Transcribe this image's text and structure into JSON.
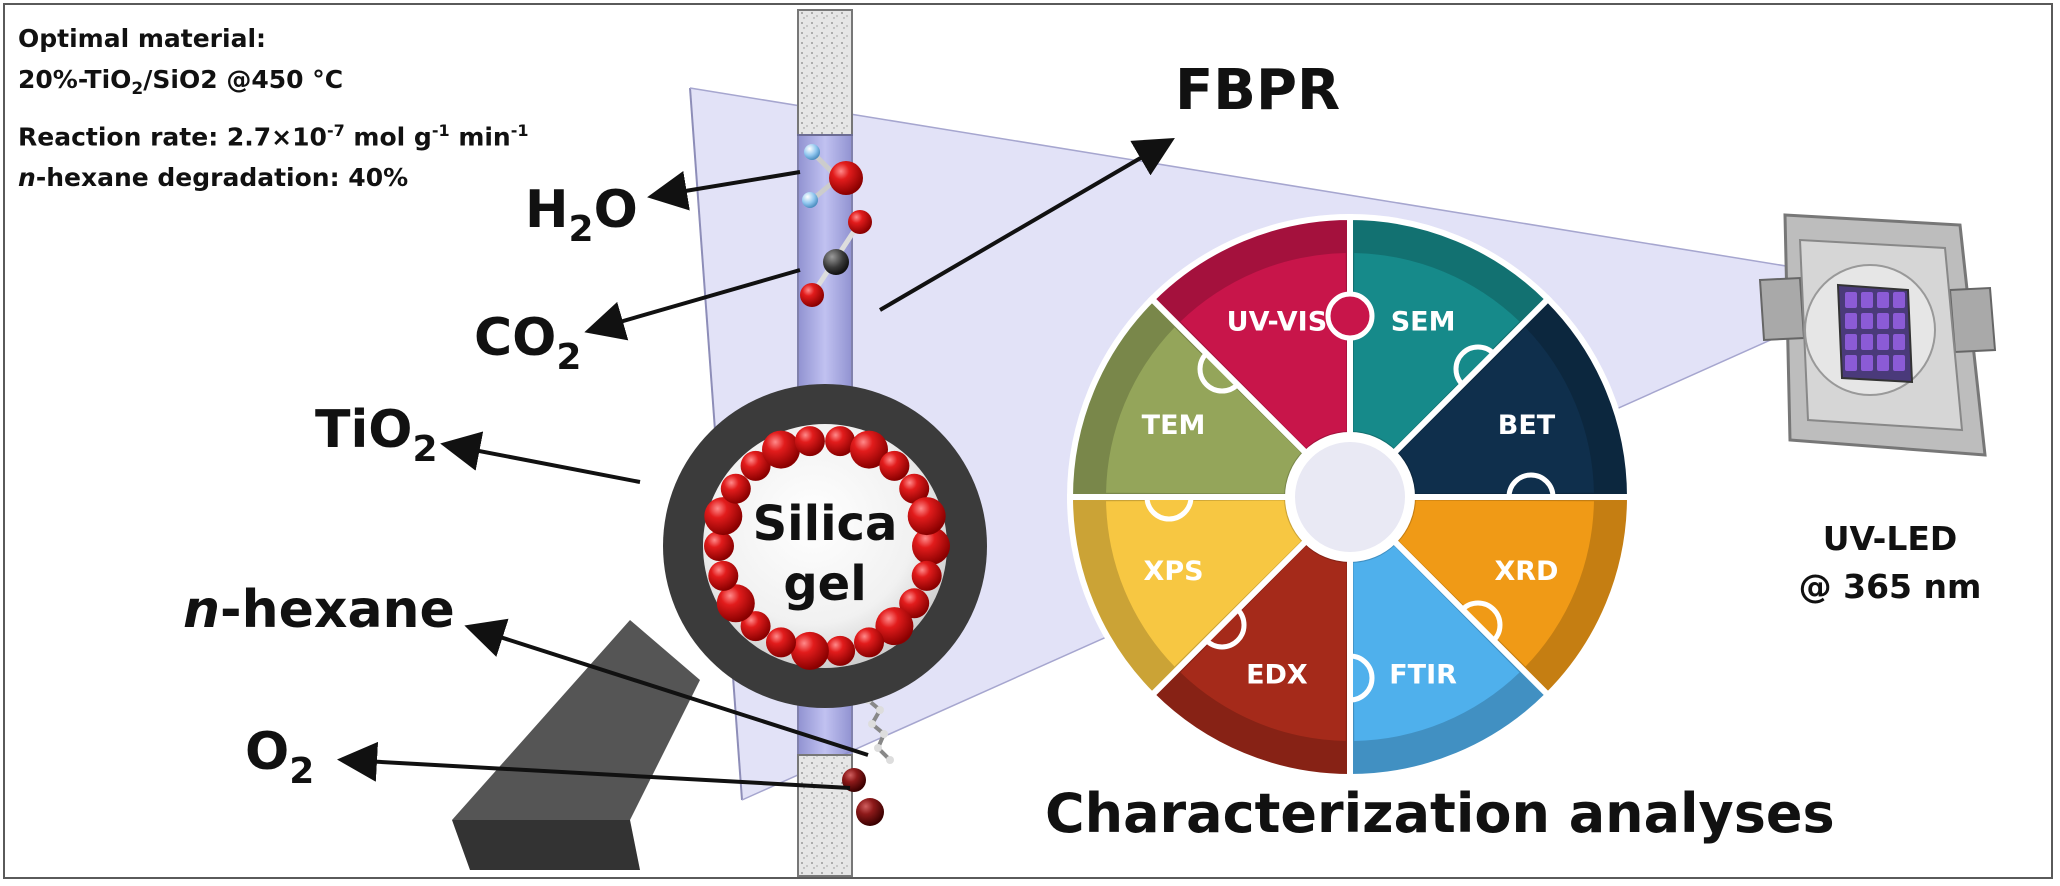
{
  "info": {
    "line1": "Optimal material:",
    "line2_a": "20%-TiO",
    "line2_sub": "2",
    "line2_b": "/SiO2 @450 °C",
    "line3_a": "Reaction rate: 2.7×10",
    "line3_sup1": "-7",
    "line3_b": " mol g",
    "line3_sup2": "-1",
    "line3_c": " min",
    "line3_sup3": "-1",
    "line4_a": "n",
    "line4_b": "-hexane degradation: 40%"
  },
  "labels": {
    "h2o_a": "H",
    "h2o_sub": "2",
    "h2o_b": "O",
    "co2_a": "CO",
    "co2_sub": "2",
    "tio2_a": "TiO",
    "tio2_sub": "2",
    "hexane_a": "n",
    "hexane_b": "-hexane",
    "o2_a": "O",
    "o2_sub": "2",
    "fbpr": "FBPR",
    "silica_line1": "Silica",
    "silica_line2": "gel",
    "uvled_line1": "UV-LED",
    "uvled_line2": "@ 365 nm",
    "caption": "Characterization analyses"
  },
  "puzzle": [
    {
      "label": "SEM",
      "color": "#168a8a"
    },
    {
      "label": "BET",
      "color": "#0f2f4c"
    },
    {
      "label": "XRD",
      "color": "#f09a16"
    },
    {
      "label": "FTIR",
      "color": "#4fb0ec"
    },
    {
      "label": "EDX",
      "color": "#a52a1a"
    },
    {
      "label": "XPS",
      "color": "#f7c742"
    },
    {
      "label": "TEM",
      "color": "#94a55a"
    },
    {
      "label": "UV-VIS",
      "color": "#c8154a"
    }
  ],
  "colors": {
    "light_cone": "#c9c9ee",
    "magnifier": "#3a3a3a",
    "tio2_particle": "#d01414",
    "led_chip": "#8b5bd6"
  }
}
